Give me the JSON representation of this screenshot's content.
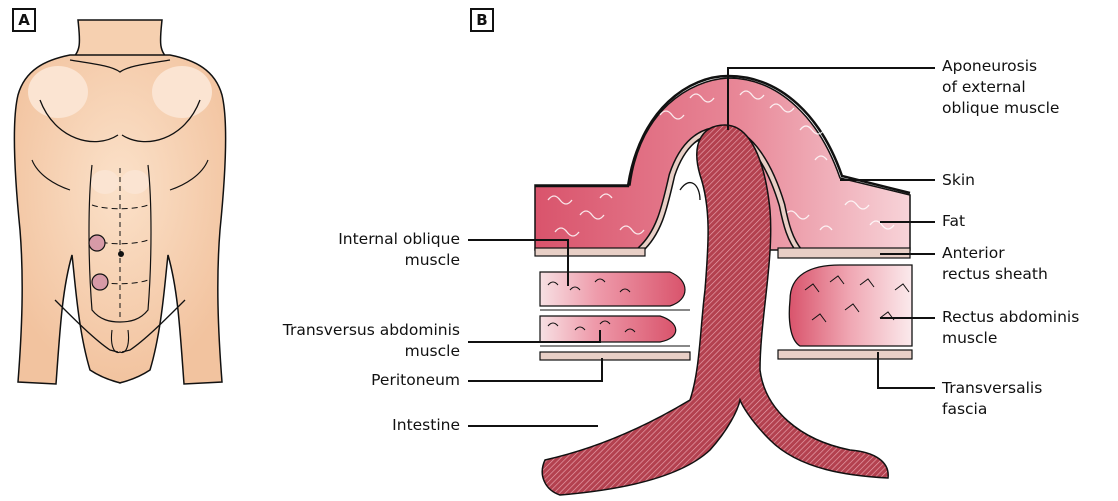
{
  "panels": {
    "a": "A",
    "b": "B"
  },
  "labels": {
    "aponeurosis": "Aponeurosis\nof external\noblique muscle",
    "skin": "Skin",
    "fat": "Fat",
    "anterior_rectus_sheath": "Anterior\nrectus sheath",
    "rectus_abdominis": "Rectus abdominis\nmuscle",
    "transversalis_fascia": "Transversalis\nfascia",
    "internal_oblique": "Internal oblique\nmuscle",
    "transversus_abdominis": "Transversus abdominis\nmuscle",
    "peritoneum": "Peritoneum",
    "intestine": "Intestine"
  },
  "colors": {
    "skin_tone": "#f6d0b0",
    "skin_shadow": "#ebb996",
    "muscle_red": "#d9546c",
    "muscle_pink": "#f6c6cc",
    "intestine": "#b3414f",
    "fascia": "#e8cfc6",
    "outline": "#111111"
  }
}
